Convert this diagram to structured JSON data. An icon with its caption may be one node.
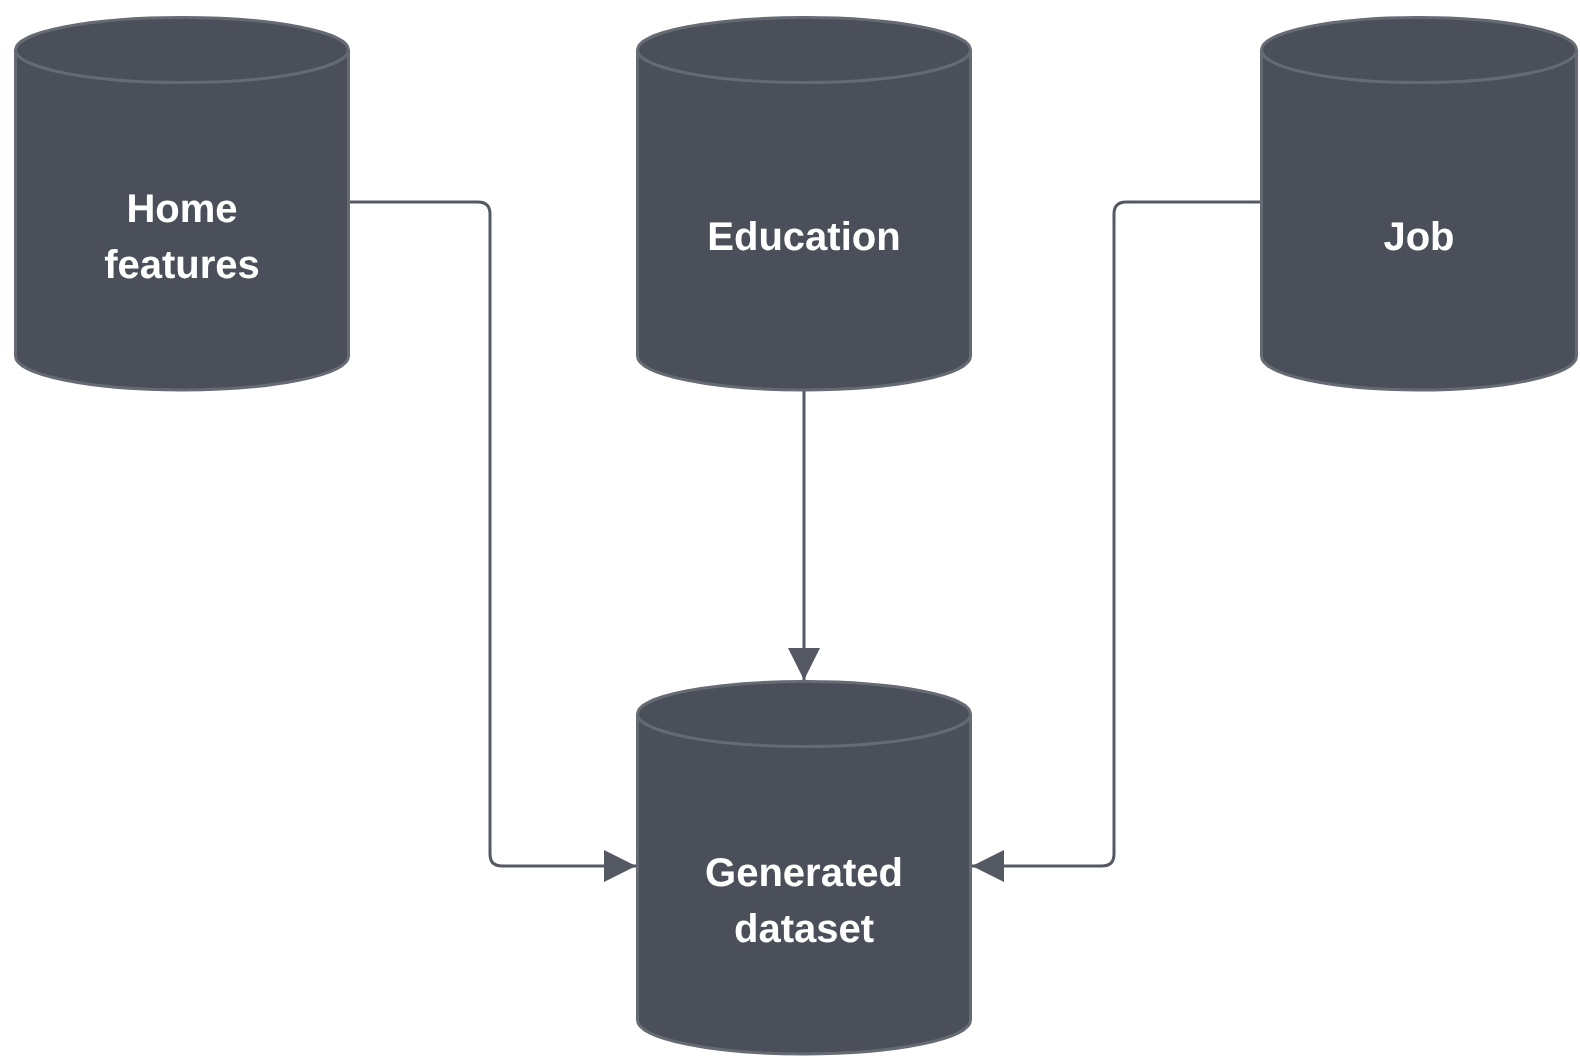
{
  "diagram": {
    "nodes": [
      {
        "text": [
          "Home features"
        ]
      },
      {
        "text": [
          "Education"
        ]
      },
      {
        "text": [
          "Job"
        ]
      },
      {
        "text": [
          "Generated dataset"
        ]
      }
    ],
    "edges": [
      {
        "from": 0,
        "to": 3,
        "arrow": "to"
      },
      {
        "from": 1,
        "to": 3,
        "arrow": "to"
      },
      {
        "from": 2,
        "to": 3,
        "arrow": "to"
      }
    ]
  }
}
